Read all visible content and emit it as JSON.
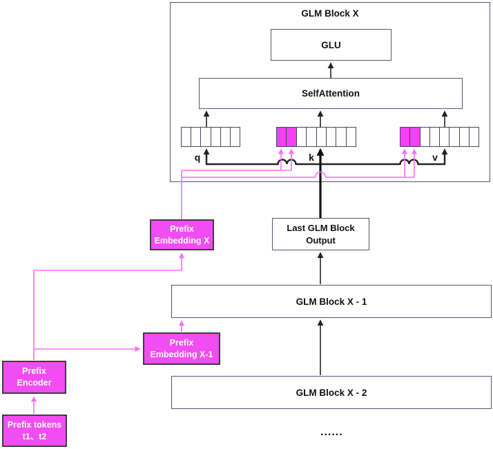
{
  "colors": {
    "magenta_fill": "#f24df2",
    "magenta_line": "#fb6efb",
    "black_line": "#222222",
    "box_border": "#53536d"
  },
  "outer_block": {
    "title": "GLM Block X"
  },
  "glu": {
    "label": "GLU"
  },
  "self_attention": {
    "label": "SelfAttention"
  },
  "strips": {
    "q": {
      "label": "q",
      "cells": 6,
      "magenta_cells": 0
    },
    "k": {
      "label": "k",
      "cells": 8,
      "magenta_cells": 2
    },
    "v": {
      "label": "v",
      "cells": 8,
      "magenta_cells": 2
    }
  },
  "boxes": {
    "last_glm_block_output": {
      "line1": "Last GLM Block",
      "line2": "Output"
    },
    "glm_block_x_minus_1": {
      "label": "GLM Block X - 1"
    },
    "glm_block_x_minus_2": {
      "label": "GLM Block X - 2"
    },
    "prefix_embedding_x": {
      "line1": "Prefix",
      "line2": "Embedding X"
    },
    "prefix_embedding_x_minus_1": {
      "line1": "Prefix",
      "line2": "Embedding X-1"
    },
    "prefix_encoder": {
      "line1": "Prefix",
      "line2": "Encoder"
    },
    "prefix_tokens": {
      "line1": "Prefix tokens",
      "line2": "t1、t2"
    }
  },
  "ellipsis": "......"
}
